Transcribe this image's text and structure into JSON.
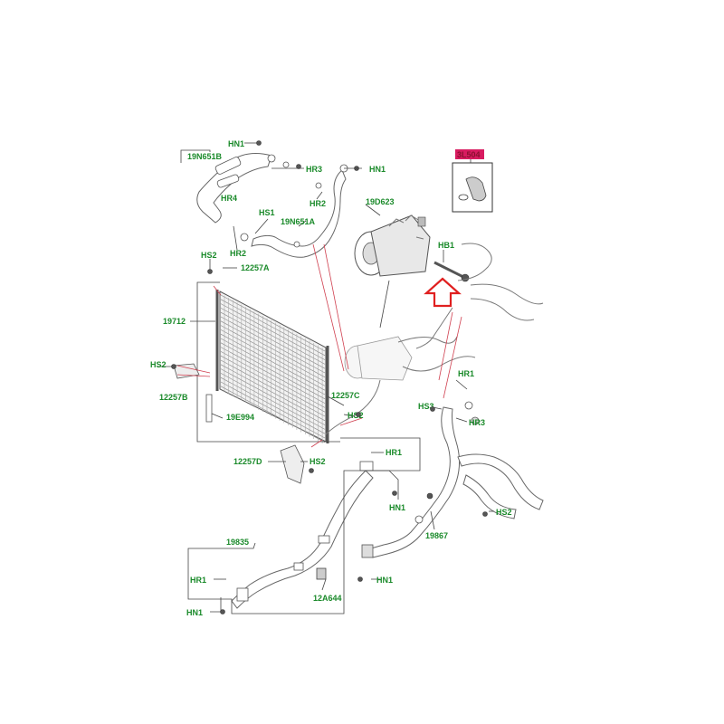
{
  "labels": {
    "hn1_top": "HN1",
    "p19n651b": "19N651B",
    "hr3_top": "HR3",
    "hn1_top_right": "HN1",
    "hr4": "HR4",
    "hr2_top": "HR2",
    "hs1": "HS1",
    "p19n651a": "19N651A",
    "hr2_mid": "HR2",
    "hs2_top": "HS2",
    "p12257a": "12257A",
    "p19d623": "19D623",
    "hb1": "HB1",
    "p19712": "19712",
    "hs2_left": "HS2",
    "p12257b": "12257B",
    "p19e994": "19E994",
    "p12257c": "12257C",
    "hs2_mid": "HS2",
    "hr1_right": "HR1",
    "hs3": "HS3",
    "hr3_right": "HR3",
    "p12257d": "12257D",
    "hs2_lower": "HS2",
    "hr1_lower": "HR1",
    "hn1_lower": "HN1",
    "p19867": "19867",
    "hs2_right": "HS2",
    "p19835": "19835",
    "hr1_left": "HR1",
    "p12a644": "12A644",
    "hn1_bottom_left": "HN1",
    "hn1_bottom_mid": "HN1"
  },
  "callout_label": "3L504",
  "colors": {
    "label_green": "#1a8a2a",
    "highlight_magenta": "#d81b60",
    "arrow_red": "#e02020"
  }
}
